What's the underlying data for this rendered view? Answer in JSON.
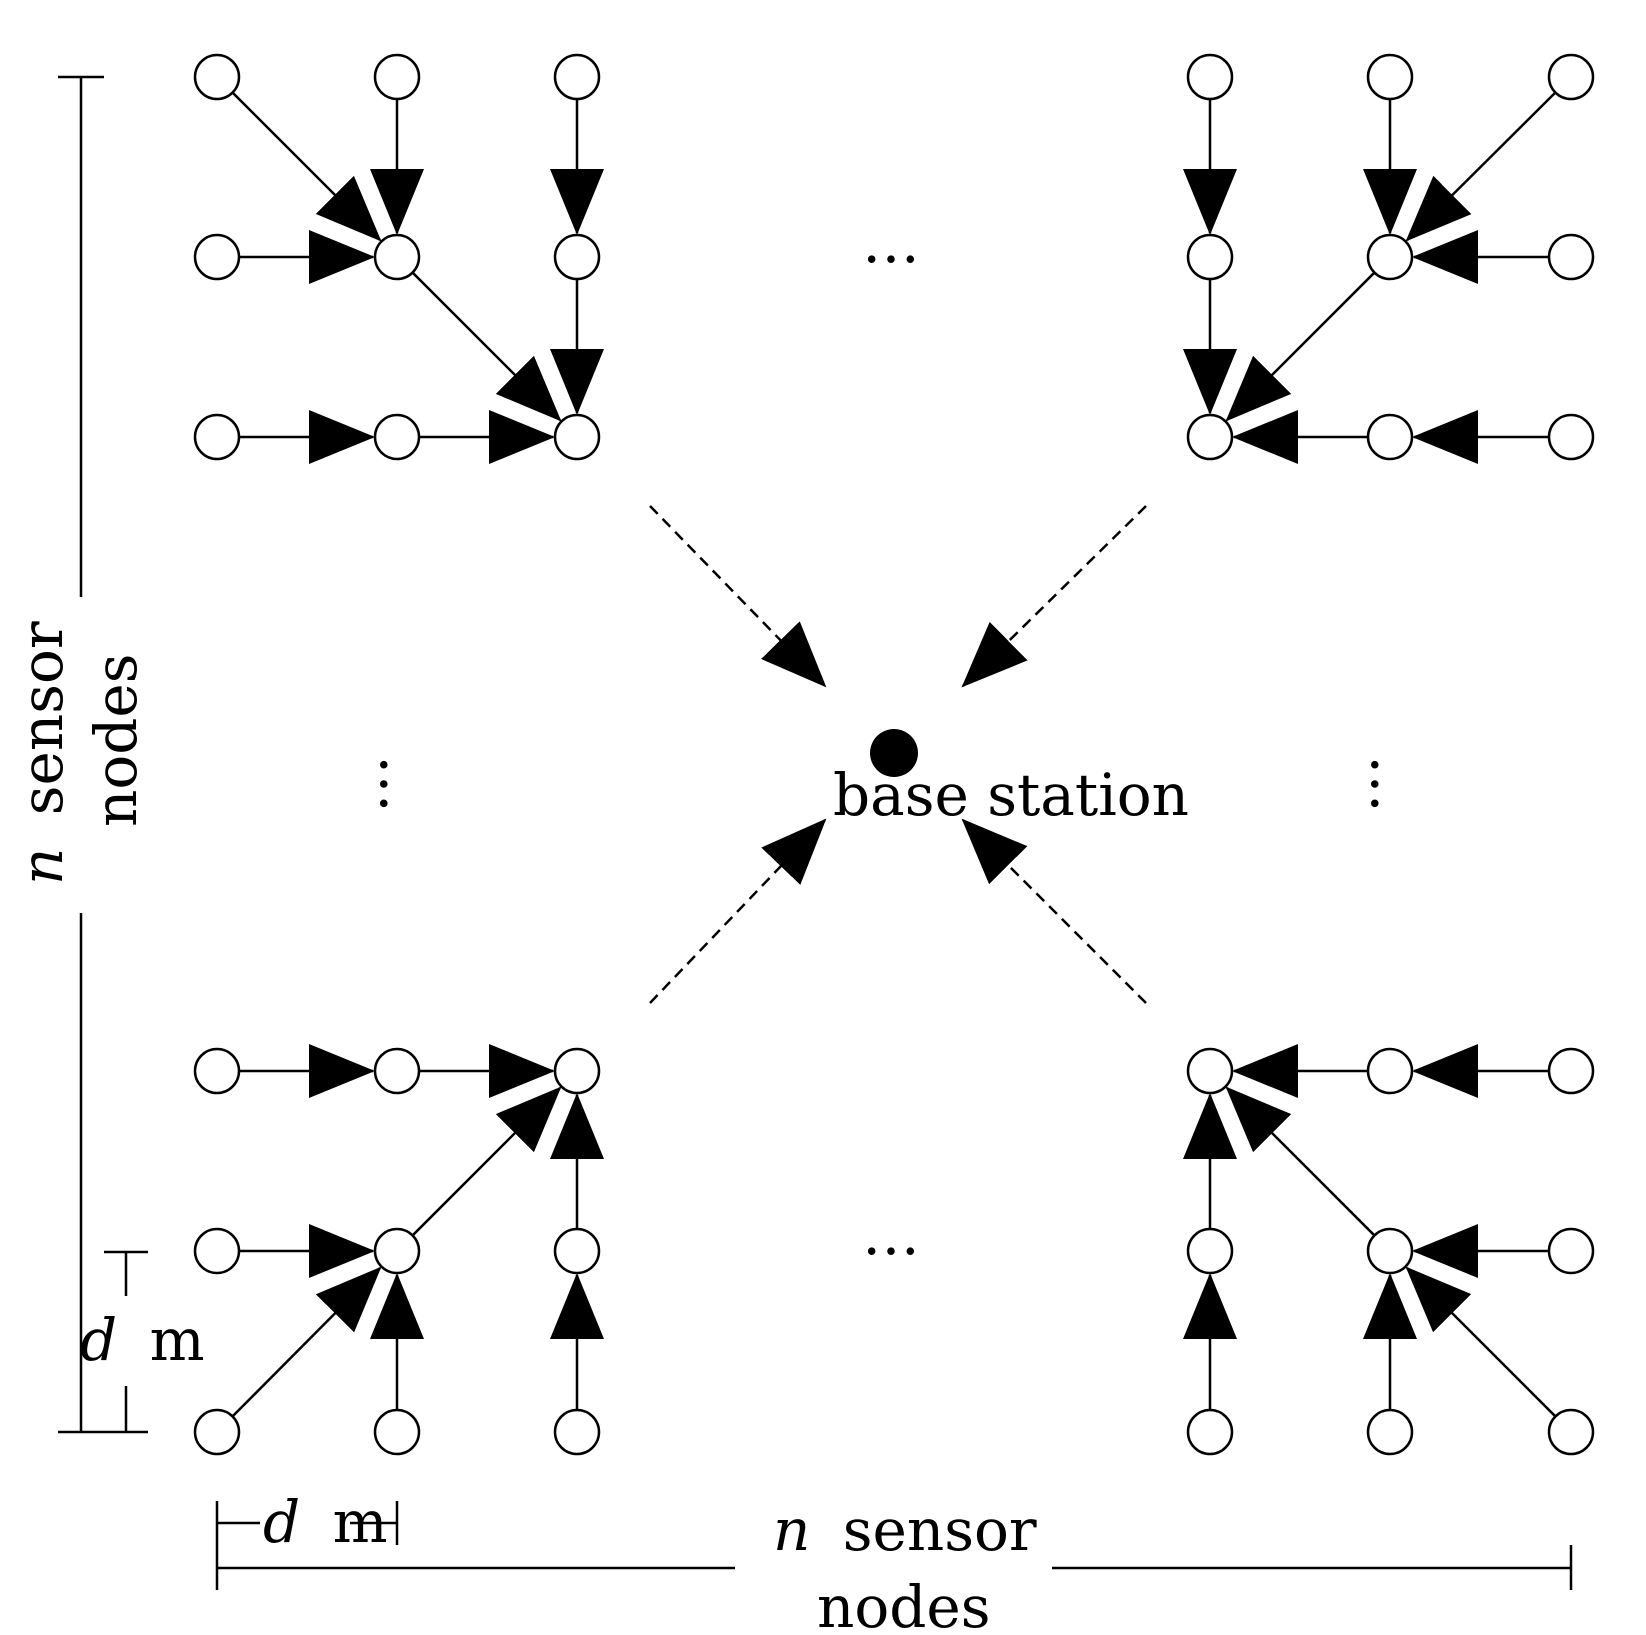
{
  "colors": {
    "line": "#000000",
    "node_fill": "#ffffff",
    "background": "#ffffff"
  },
  "base_station": {
    "label": "base station"
  },
  "dimension_labels": {
    "spacing_var": "d",
    "spacing_unit": "m",
    "count_var": "n",
    "count_text": "sensor",
    "count_text_2": "nodes"
  },
  "ellipsis": "…"
}
